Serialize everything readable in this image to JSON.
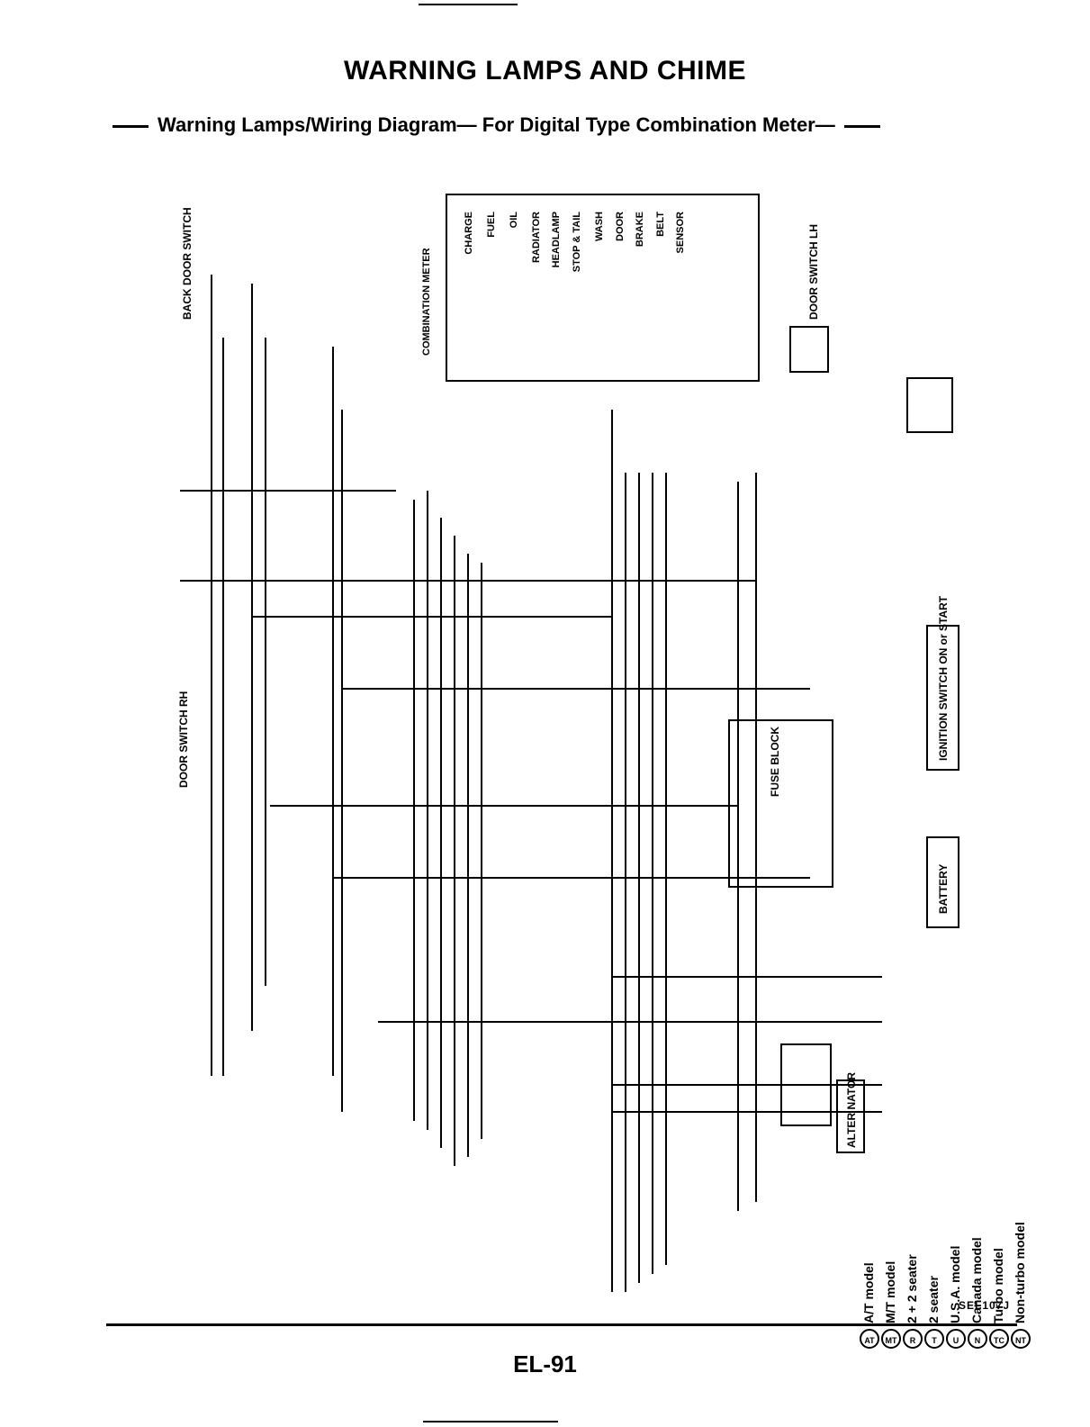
{
  "title": "WARNING LAMPS AND CHIME",
  "subtitle": "Warning Lamps/Wiring Diagram— For Digital Type Combination Meter—",
  "combination_meter": {
    "label": "COMBINATION METER",
    "lamps": [
      "CHARGE",
      "FUEL",
      "OIL",
      "RADIATOR",
      "HEADLAMP",
      "STOP & TAIL",
      "WASH",
      "DOOR",
      "BRAKE",
      "BELT",
      "SENSOR"
    ]
  },
  "components": {
    "battery": "BATTERY",
    "ignition_switch": "IGNITION SWITCH ON or START",
    "fuse_block": "FUSE BLOCK",
    "alternator": "ALTER NATOR",
    "door_switch_lh": "DOOR SWITCH LH",
    "door_switch_rh": "DOOR SWITCH RH",
    "back_door_switch": "BACK DOOR SWITCH"
  },
  "legend": [
    {
      "symbol": "AT",
      "label": "A/T model"
    },
    {
      "symbol": "MT",
      "label": "M/T model"
    },
    {
      "symbol": "R",
      "label": "2 + 2 seater"
    },
    {
      "symbol": "T",
      "label": "2 seater"
    },
    {
      "symbol": "U",
      "label": "U.S.A. model"
    },
    {
      "symbol": "N",
      "label": "Canada model"
    },
    {
      "symbol": "TC",
      "label": "Turbo model"
    },
    {
      "symbol": "NT",
      "label": "Non-turbo model"
    }
  ],
  "figure_code": "SEL107J",
  "page_number": "EL-91"
}
